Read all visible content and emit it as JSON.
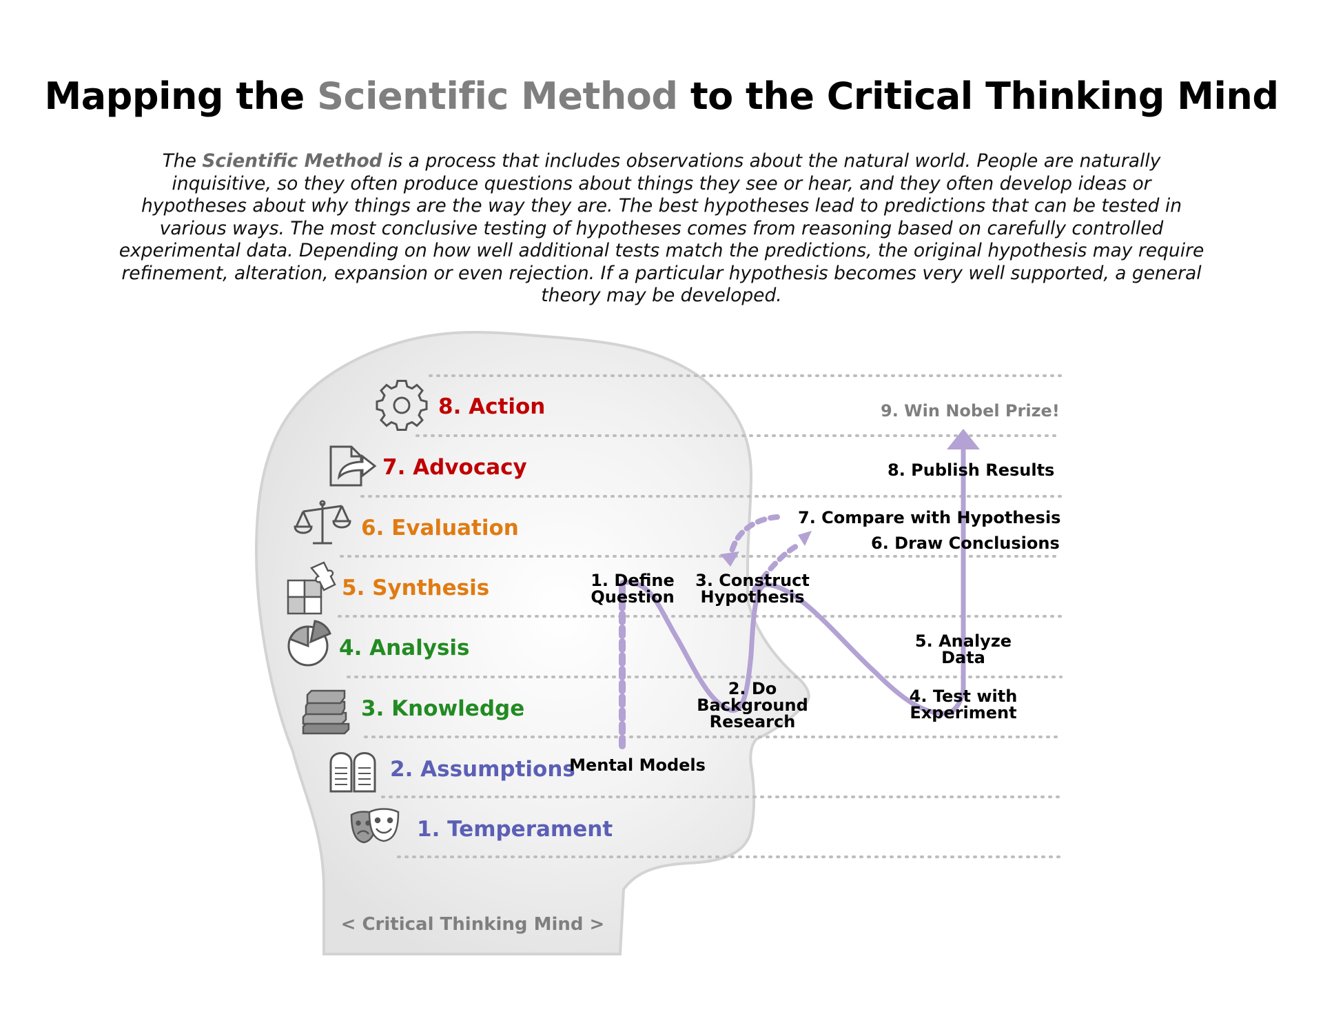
{
  "title": {
    "prefix": "Mapping the ",
    "highlight": "Scientific Method",
    "suffix": " to the Critical Thinking Mind"
  },
  "intro": {
    "prefix": "The ",
    "highlight": "Scientific Method",
    "body": " is a process that includes observations about the natural world. People are naturally inquisitive, so they often produce questions about things they see or hear, and they often develop ideas or hypotheses about why things are the way they are. The best hypotheses lead to predictions that can be tested in various ways. The most conclusive testing of hypotheses comes from reasoning based on carefully controlled experimental data. Depending on how well additional tests match the predictions, the original hypothesis may require refinement, alteration, expansion or even rejection. If a particular hypothesis becomes very well supported, a general theory may be developed."
  },
  "levels": [
    {
      "label": "8. Action",
      "icon": "gear-icon",
      "color": "#c00000"
    },
    {
      "label": "7. Advocacy",
      "icon": "document-share-icon",
      "color": "#c00000"
    },
    {
      "label": "6. Evaluation",
      "icon": "scales-icon",
      "color": "#e07b12"
    },
    {
      "label": "5. Synthesis",
      "icon": "puzzle-icon",
      "color": "#e07b12"
    },
    {
      "label": "4. Analysis",
      "icon": "pie-chart-icon",
      "color": "#228b22"
    },
    {
      "label": "3. Knowledge",
      "icon": "books-icon",
      "color": "#228b22"
    },
    {
      "label": "2. Assumptions",
      "icon": "tablets-icon",
      "color": "#5b5fb5"
    },
    {
      "label": "1. Temperament",
      "icon": "theater-masks-icon",
      "color": "#5b5fb5"
    }
  ],
  "steps": {
    "mental_models": "Mental Models",
    "define_question": [
      "1. Define",
      "Question"
    ],
    "background_research": [
      "2. Do",
      "Background",
      "Research"
    ],
    "construct_hypothesis": [
      "3. Construct",
      "Hypothesis"
    ],
    "test_experiment": [
      "4. Test with",
      "Experiment"
    ],
    "analyze_data": [
      "5. Analyze",
      "Data"
    ],
    "draw_conclusions": "6. Draw Conclusions",
    "compare_hypothesis": "7. Compare with Hypothesis",
    "publish_results": "8. Publish Results",
    "nobel_prize": "9. Win Nobel Prize!"
  },
  "head_caption": "< Critical Thinking Mind >",
  "colors": {
    "path": "#b3a2d3",
    "head_fill": "#ebebeb",
    "head_stroke": "#d3d3d3",
    "dotted_line": "#bdbdbd",
    "nobel_text": "#7f7f7f"
  }
}
